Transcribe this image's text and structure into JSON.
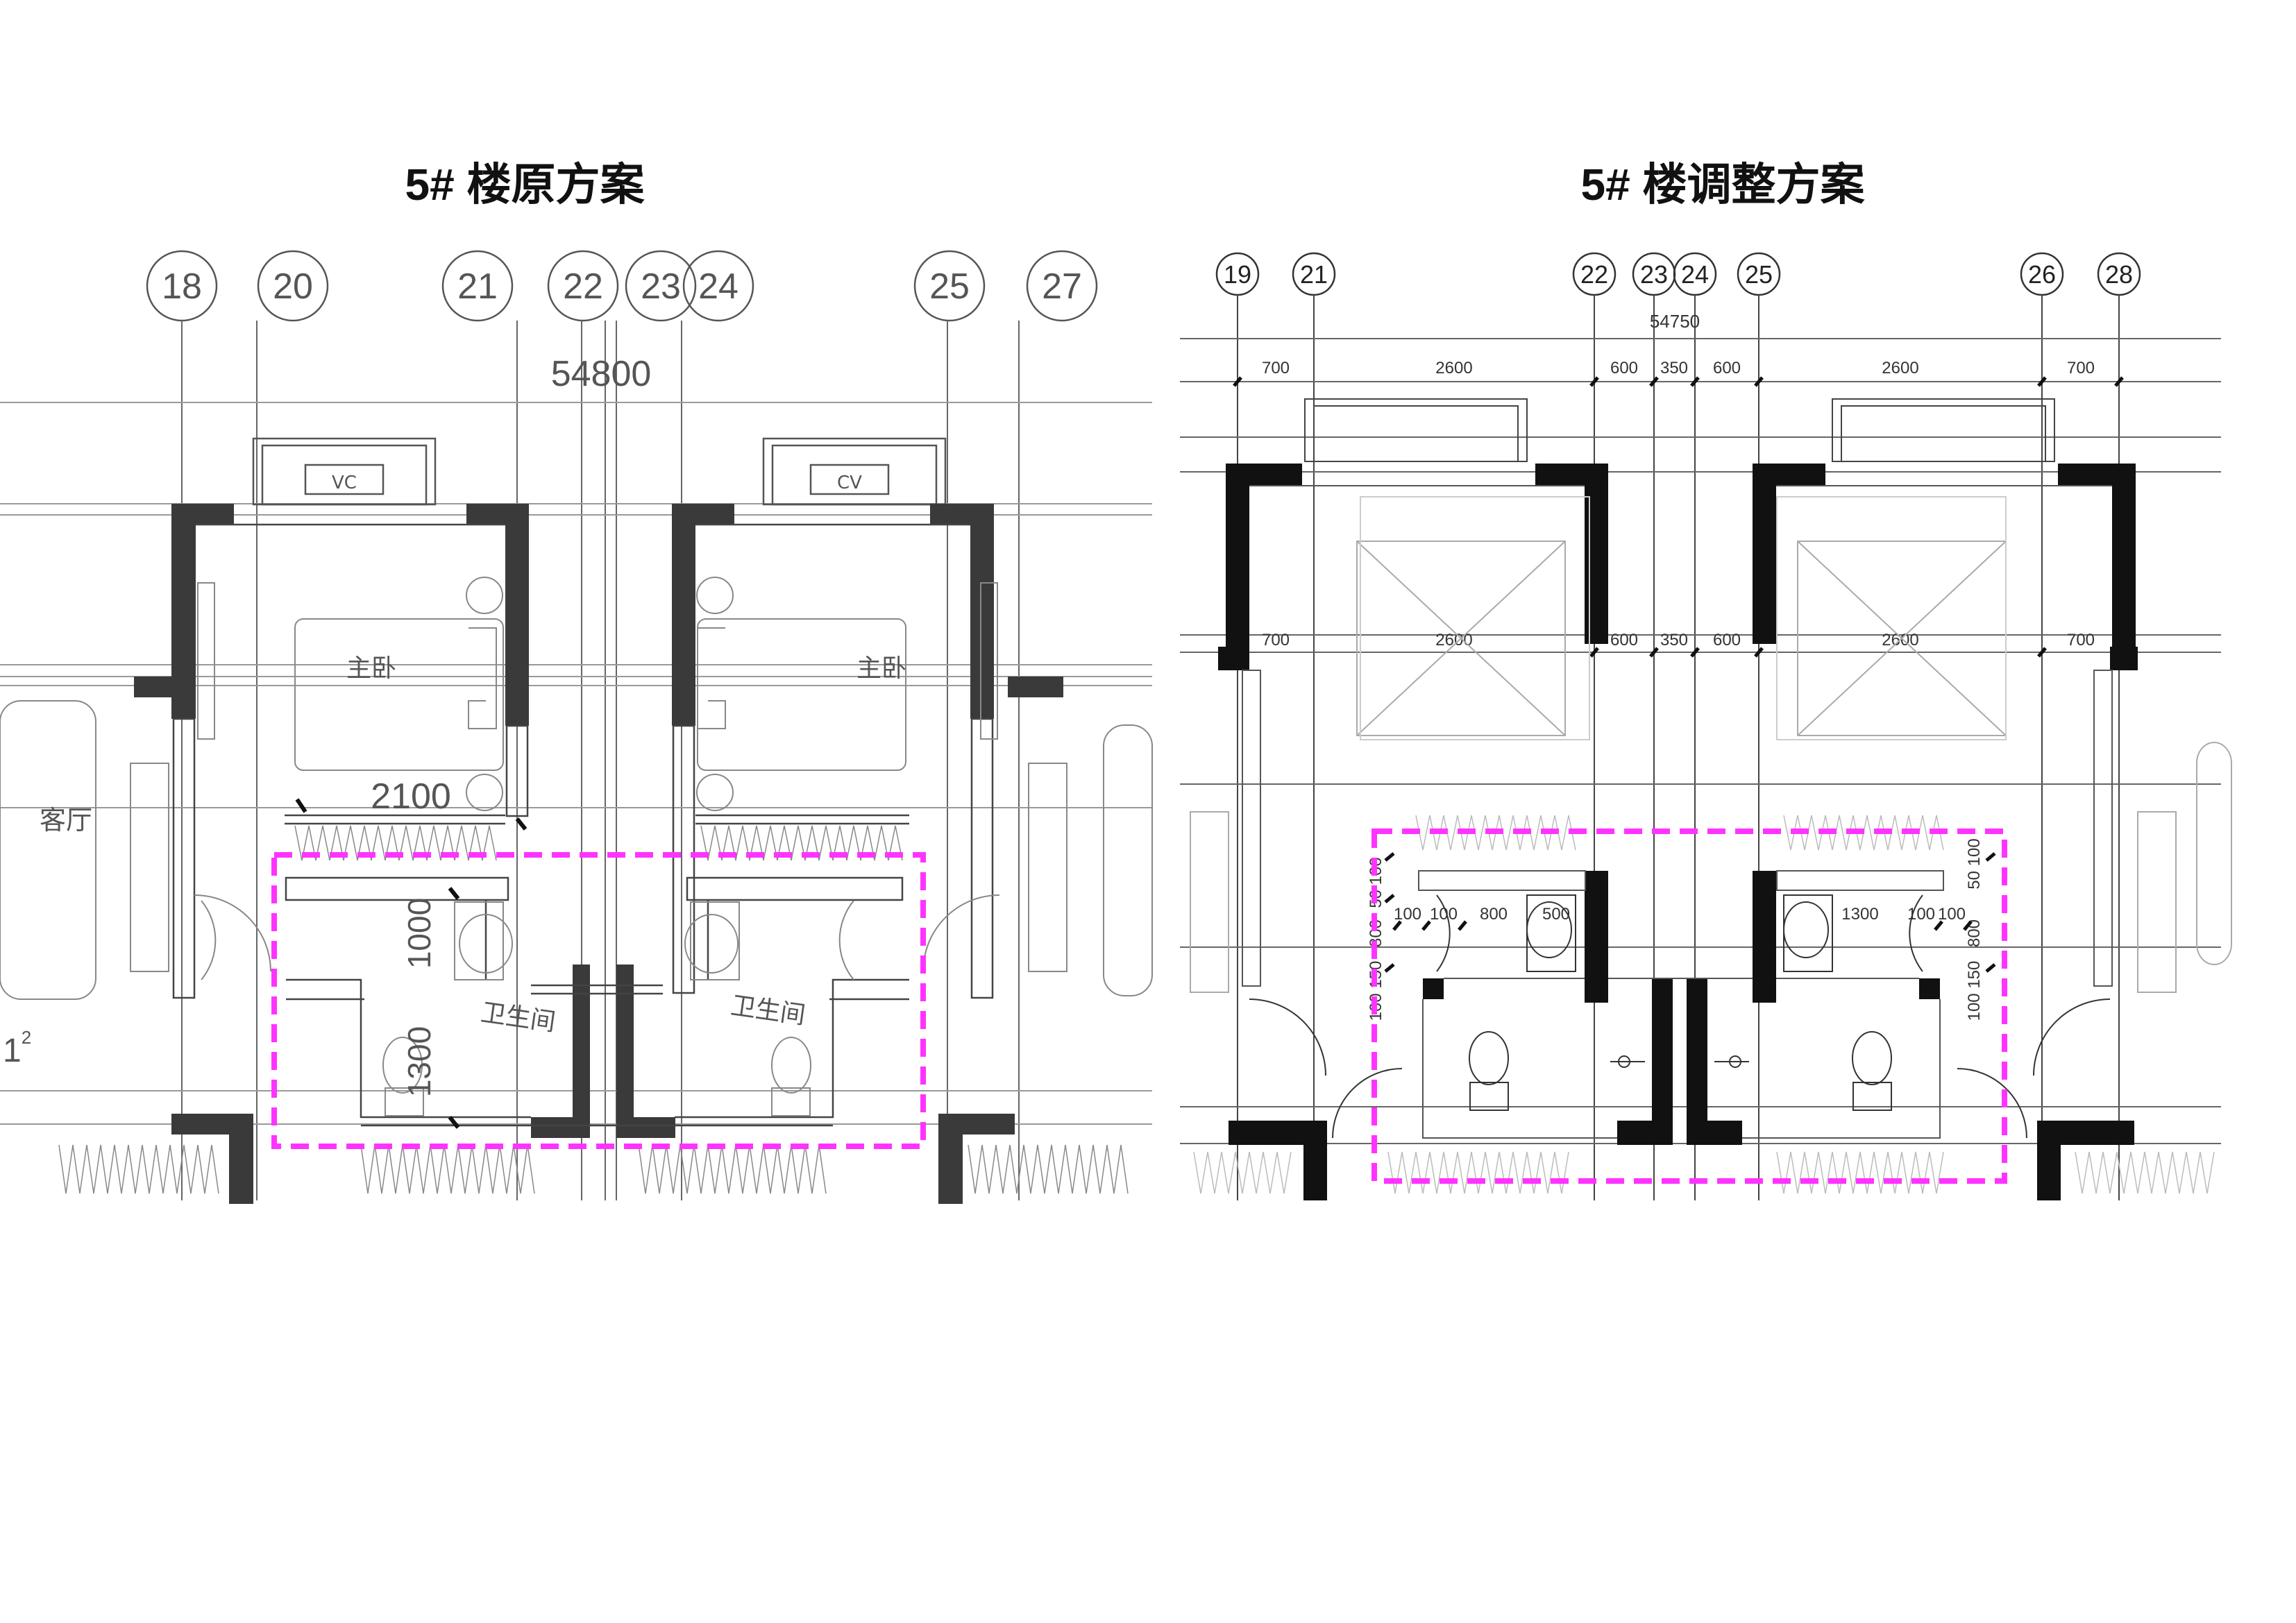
{
  "left_plan": {
    "title": "5# 楼原方案",
    "axes": [
      "18",
      "20",
      "21",
      "22",
      "23",
      "24",
      "25",
      "27"
    ],
    "overall_dimension": "54800",
    "rooms": {
      "master_bedroom": "主卧",
      "living_room": "客厅",
      "bathroom": "卫生间"
    },
    "dimensions": {
      "closet_width": "2100",
      "bath_depth_upper": "1000",
      "bath_depth_lower": "1300"
    },
    "window_tag": "VC",
    "window_tag_mirrored": "CV",
    "edge_mark": "1",
    "edge_mark_sup": "2"
  },
  "right_plan": {
    "title": "5# 楼调整方案",
    "axes": [
      "19",
      "21",
      "22",
      "23",
      "24",
      "25",
      "26",
      "28"
    ],
    "overall_dimension": "54750",
    "dim_row": [
      "700",
      "2600",
      "600",
      "350",
      "600",
      "2600",
      "700"
    ],
    "bath_dims": {
      "left_h": [
        "100",
        "100",
        "800",
        "500"
      ],
      "right_h": [
        "1300",
        "100",
        "100"
      ],
      "v_top": "50 100",
      "v_mid": "800",
      "v_low": "100 150",
      "v_top_r": "50 100",
      "v_mid_r": "800",
      "v_low_r": "100 150"
    }
  },
  "colors": {
    "highlight": "#ff33ff",
    "wall_original": "#3a3a3a",
    "wall_adjusted": "#111111"
  }
}
